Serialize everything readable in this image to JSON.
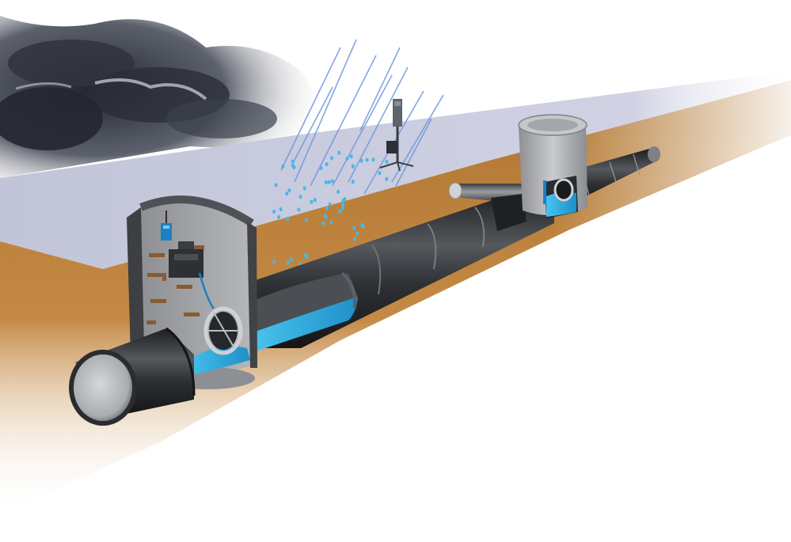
{
  "scene": {
    "subject": "sewer-flow-monitoring",
    "elements": [
      "storm-clouds",
      "rainfall",
      "rain-gauge",
      "ground-surface",
      "soil-layer",
      "sewer-pipe",
      "manhole-upstream",
      "manhole-downstream",
      "flow-meter",
      "sensor",
      "water-flow",
      "lateral-inlet"
    ]
  },
  "colors": {
    "sky_dark": "#2b2f38",
    "surface": "#c6c8dc",
    "soil": "#b87d33",
    "pipe_dark": "#2a2c30",
    "pipe_light": "#8f9296",
    "concrete": "#9a9ca0",
    "water": "#3ab8e6",
    "rain": "#5f8fd8",
    "sensor_blue": "#1d7fc4",
    "step_copper": "#8a5a32"
  }
}
